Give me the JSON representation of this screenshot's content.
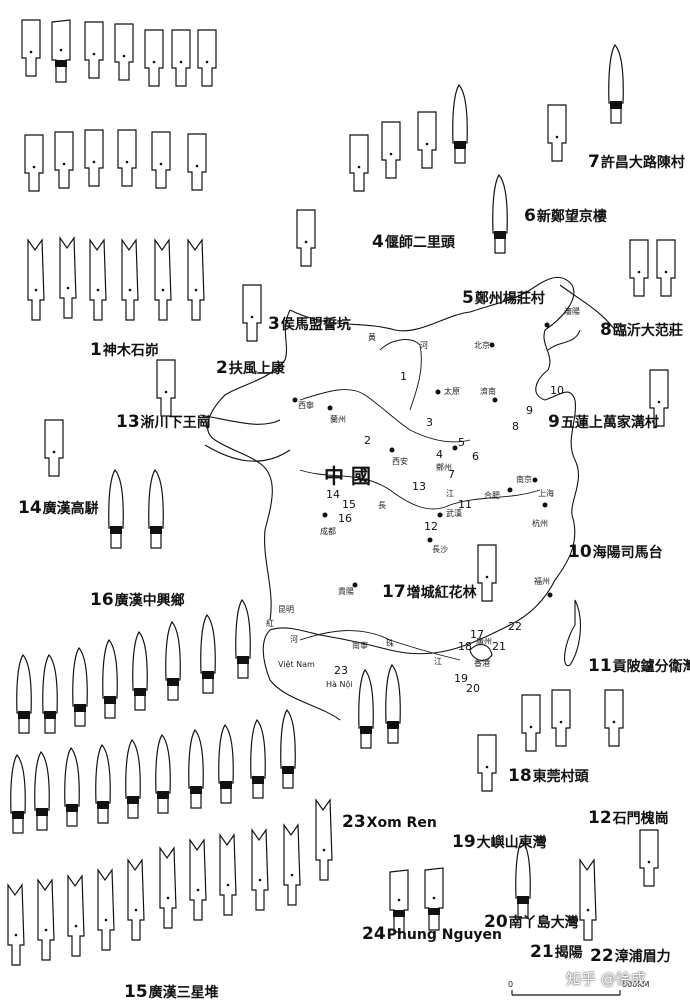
{
  "sites": [
    {
      "id": "s1",
      "num": "1",
      "name": "神木石峁"
    },
    {
      "id": "s2",
      "num": "2",
      "name": "扶風上康"
    },
    {
      "id": "s3",
      "num": "3",
      "name": "侯馬盟誓坑"
    },
    {
      "id": "s4",
      "num": "4",
      "name": "偃師二里頭"
    },
    {
      "id": "s5",
      "num": "5",
      "name": "鄭州楊莊村"
    },
    {
      "id": "s6",
      "num": "6",
      "name": "新鄭望京樓"
    },
    {
      "id": "s7",
      "num": "7",
      "name": "許昌大路陳村"
    },
    {
      "id": "s8",
      "num": "8",
      "name": "臨沂大范莊"
    },
    {
      "id": "s9",
      "num": "9",
      "name": "五蓮上萬家溝村"
    },
    {
      "id": "s10",
      "num": "10",
      "name": "海陽司馬台"
    },
    {
      "id": "s11",
      "num": "11",
      "name": "貢陂鑪分衛灣"
    },
    {
      "id": "s12",
      "num": "12",
      "name": "石門槐崗"
    },
    {
      "id": "s13",
      "num": "13",
      "name": "淅川下王崗"
    },
    {
      "id": "s14",
      "num": "14",
      "name": "廣漢高駢"
    },
    {
      "id": "s15",
      "num": "15",
      "name": "廣漢三星堆"
    },
    {
      "id": "s16",
      "num": "16",
      "name": "廣漢中興鄉"
    },
    {
      "id": "s17",
      "num": "17",
      "name": "增城紅花林"
    },
    {
      "id": "s18",
      "num": "18",
      "name": "東莞村頭"
    },
    {
      "id": "s19",
      "num": "19",
      "name": "大嶼山東灣"
    },
    {
      "id": "s20",
      "num": "20",
      "name": "南丫島大灣"
    },
    {
      "id": "s21",
      "num": "21",
      "name": "揭陽"
    },
    {
      "id": "s22",
      "num": "22",
      "name": "漳浦眉力"
    },
    {
      "id": "s23",
      "num": "23",
      "name": "Xom Ren"
    },
    {
      "id": "s24",
      "num": "24",
      "name": "Phung Nguyen"
    }
  ],
  "map": {
    "country_label": "中 國",
    "cities": [
      "北京",
      "太原",
      "濟南",
      "西寧",
      "蘭州",
      "西安",
      "鄭州",
      "南京",
      "合肥",
      "上海",
      "杭州",
      "武漢",
      "長沙",
      "成都",
      "貴陽",
      "昆明",
      "南寧",
      "廣州",
      "香港",
      "福州",
      "瀋陽",
      "Việt Nam",
      "Hà Nội"
    ],
    "rivers": [
      "黃",
      "河",
      "長",
      "江",
      "珠",
      "江",
      "紅",
      "河"
    ],
    "site_numbers": [
      "1",
      "2",
      "3",
      "4",
      "5",
      "6",
      "7",
      "8",
      "9",
      "10",
      "11",
      "12",
      "13",
      "14",
      "15",
      "16",
      "17",
      "18",
      "19",
      "20",
      "21",
      "22",
      "23"
    ],
    "scale_label": "800KM",
    "scale_zero": "0"
  },
  "watermark": "知乎 @徐成",
  "colors": {
    "ink": "#111111",
    "paper": "#ffffff"
  }
}
